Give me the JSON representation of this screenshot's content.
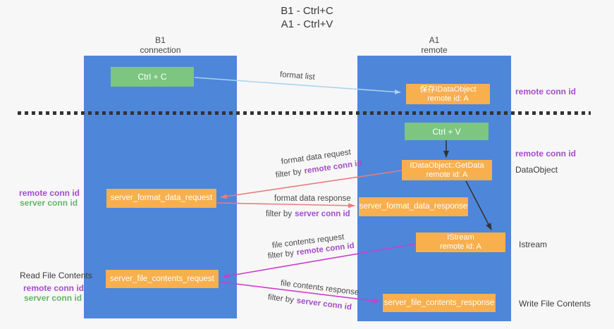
{
  "title": {
    "line1": "B1 - Ctrl+C",
    "line2": "A1 - Ctrl+V"
  },
  "lanes": {
    "b1": {
      "name": "B1",
      "subtitle": "connection"
    },
    "a1": {
      "name": "A1",
      "subtitle": "remote"
    }
  },
  "nodes": {
    "ctrl_c": {
      "label": "Ctrl + C"
    },
    "ctrl_v": {
      "label": "Ctrl + V"
    },
    "save_idataobject": {
      "line1": "保存IDataObject",
      "line2": "remote id: A"
    },
    "idataobject_getdata": {
      "line1": "IDataObject::GetData",
      "line2": "remote id: A"
    },
    "istream": {
      "line1": "IStream",
      "line2": "remote id: A"
    },
    "server_format_data_request": {
      "label": "server_format_data_request"
    },
    "server_format_data_response": {
      "label": "server_format_data_response"
    },
    "server_file_contents_request": {
      "label": "server_file_contents_request"
    },
    "server_file_contents_response": {
      "label": "server_file_contents_response"
    }
  },
  "annotations": {
    "right_remote_conn_id_1": "remote conn id",
    "right_remote_conn_id_2": "remote conn id",
    "dataobject": "DataObject",
    "istream": "Istream",
    "write_file_contents": "Write File Contents",
    "left_remote_conn_id_1": "remote conn id",
    "left_server_conn_id_1": "server conn id",
    "read_file_contents": "Read File Contents",
    "left_remote_conn_id_2": "remote conn id",
    "left_server_conn_id_2": "server conn id"
  },
  "arrow_labels": {
    "format_list": "format list",
    "format_data_request": "format data request",
    "format_data_response": "format data response",
    "file_contents_request": "file contents request",
    "file_contents_response": "file contents response",
    "filter_by": "filter by",
    "remote_conn_id": "remote conn id",
    "server_conn_id": "server conn id"
  },
  "colors": {
    "background": "#f7f7f7",
    "column_blue": "#4e86da",
    "box_green": "#7cc681",
    "box_orange": "#f8af4d",
    "arrow_light_blue": "#a9d2f0",
    "arrow_salmon": "#e97c7c",
    "arrow_magenta": "#cb3fcb",
    "arrow_black": "#333333",
    "label_purple": "#a54ccb",
    "label_green": "#63b768",
    "text_dark": "#3b3b3b"
  }
}
